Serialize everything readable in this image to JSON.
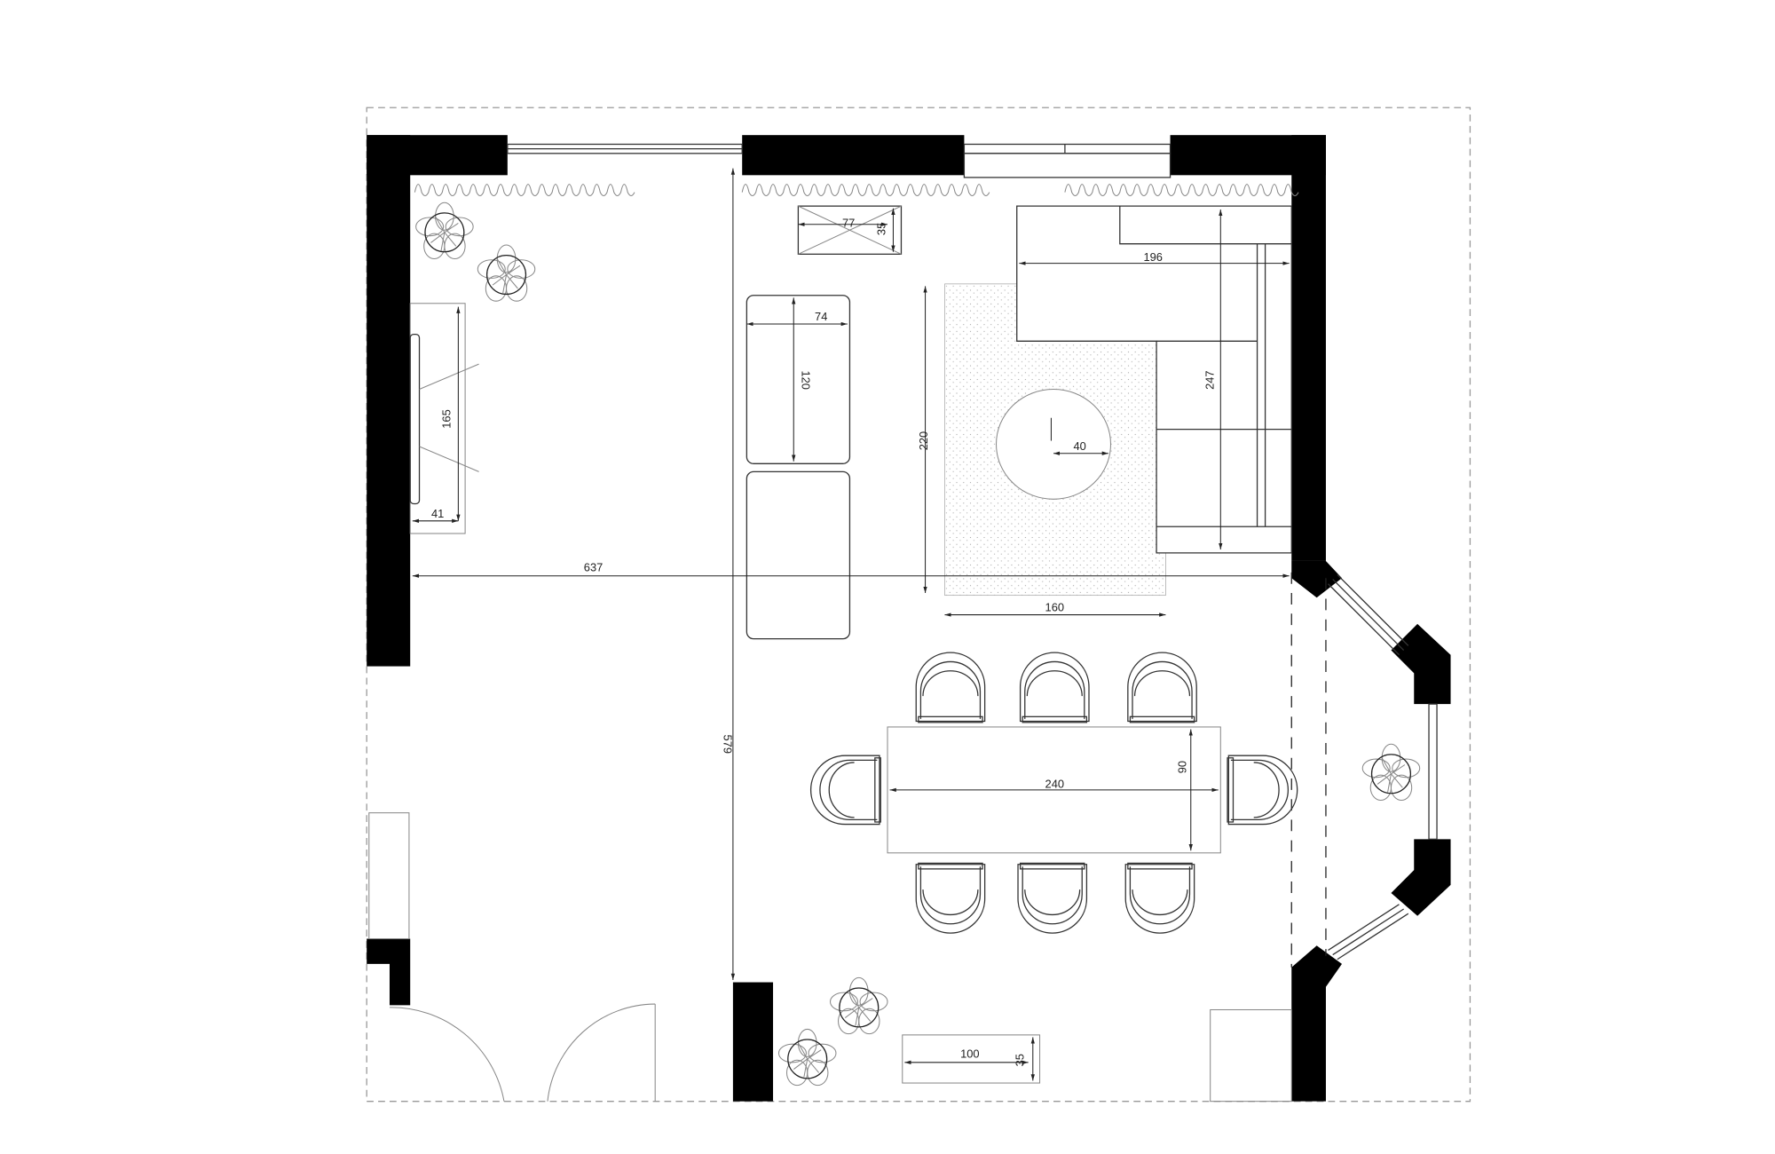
{
  "dimensions": {
    "room_width": "637",
    "room_depth": "579",
    "tv_unit_length": "165",
    "tv_unit_depth": "41",
    "side_table_width": "77",
    "side_table_depth": "35",
    "ottoman_width": "74",
    "ottoman_length": "120",
    "rug_length": "220",
    "rug_width": "160",
    "coffee_table_diameter": "40",
    "sofa_width": "196",
    "sofa_length": "247",
    "dining_table_length": "240",
    "dining_table_width": "90",
    "console_length": "100",
    "console_depth": "35"
  },
  "colors": {
    "wall": "#000000",
    "line": "#333333",
    "rug": "#bbbbbb"
  }
}
